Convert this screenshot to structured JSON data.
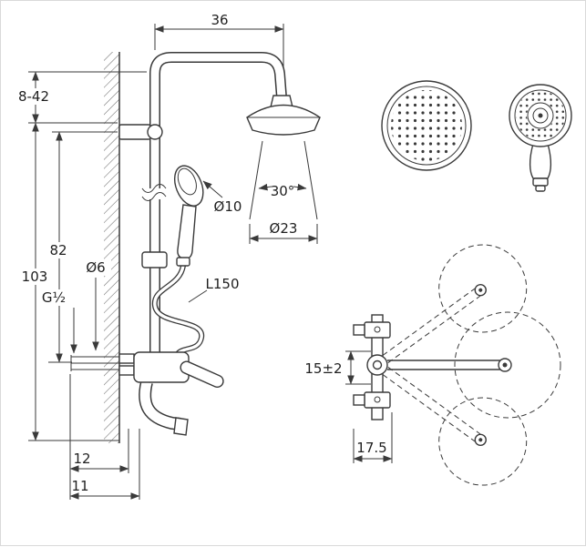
{
  "style": {
    "background": "#ffffff",
    "line_color": "#3a3a3a"
  },
  "dims": {
    "arm_width": "36",
    "mount_height_range": "8-42",
    "bar_height": "82",
    "total_height": "103",
    "thread_size": "G½",
    "mount_hole_dia": "Ø6",
    "handshower_dia": "Ø10",
    "spray_angle": "30°",
    "head_dia": "Ø23",
    "hose_length": "L150",
    "spout_reach_upper": "12",
    "spout_reach_lower": "11",
    "connection_spacing": "15±2",
    "mount_offset": "17.5"
  }
}
